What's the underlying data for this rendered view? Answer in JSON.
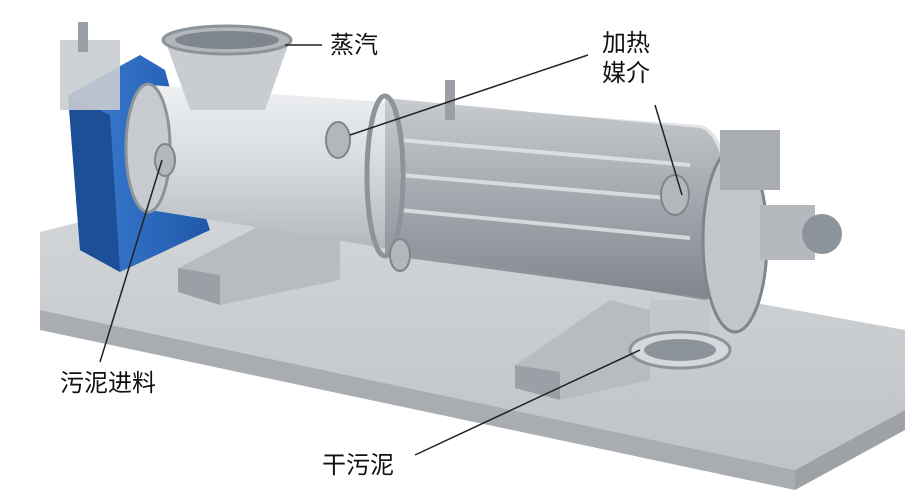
{
  "labels": {
    "steam": "蒸汽",
    "heating_medium_line1": "加热",
    "heating_medium_line2": "媒介",
    "sludge_feed": "污泥进料",
    "dry_sludge": "干污泥"
  },
  "colors": {
    "base_platform": "#c9ccd0",
    "base_side": "#a9adb2",
    "shell": "#d8dbde",
    "shell_dark": "#9aa0a6",
    "motor_blue": "#2b6cc4",
    "leader": "#222222"
  }
}
